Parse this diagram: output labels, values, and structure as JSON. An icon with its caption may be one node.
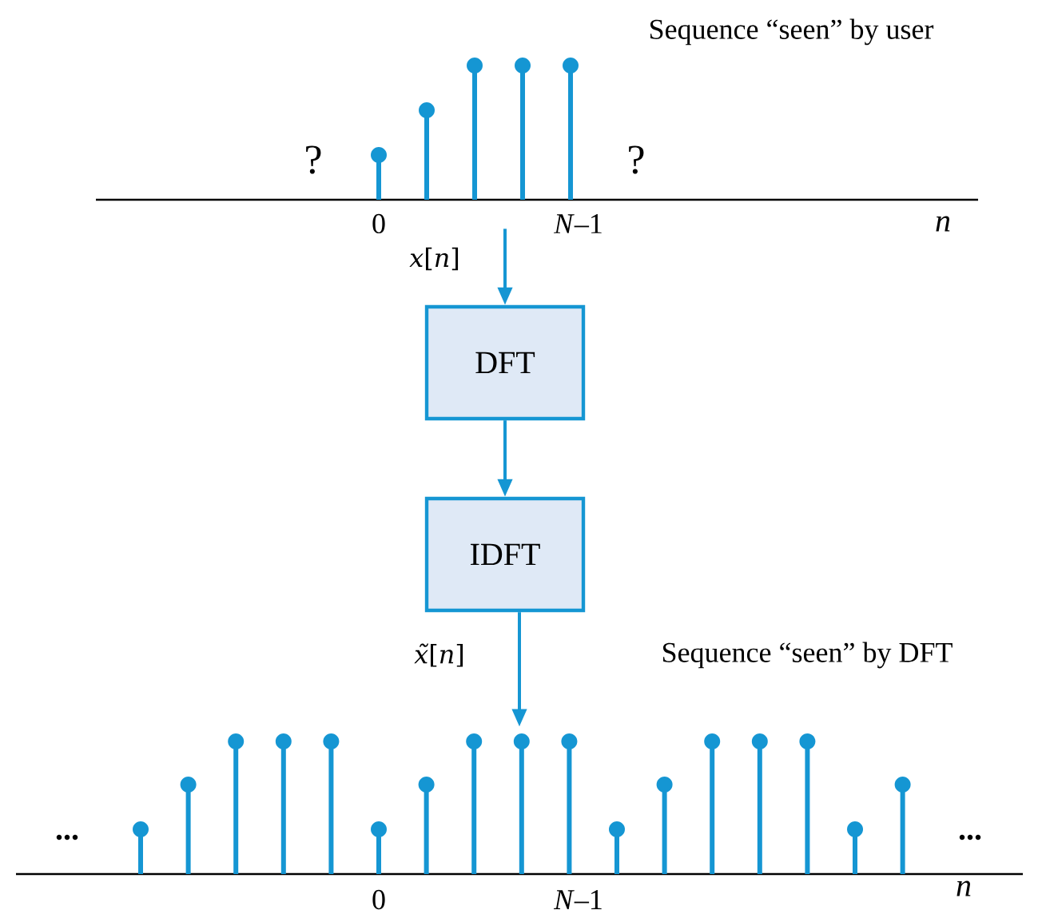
{
  "diagram": {
    "nodes": [
      {
        "text": [],
        "shape": "picture"
      },
      {
        "text": [
          "DFT"
        ]
      },
      {
        "text": [
          "IDFT"
        ]
      },
      {
        "text": [],
        "shape": "picture"
      }
    ],
    "edges": [
      {
        "from": 0,
        "to": 1,
        "arrow": "to",
        "label": "*x*[*n*]"
      },
      {
        "from": 1,
        "to": 2,
        "arrow": "to"
      },
      {
        "from": 2,
        "to": 3,
        "arrow": "to",
        "label": "*x̃*[*n*]"
      }
    ],
    "labels": [
      "Sequence “seen” by user",
      "?",
      "?",
      "0",
      "*N*–1",
      "n",
      "Sequence “seen” by DFT",
      "...",
      "...",
      "0",
      "*N*–1",
      "n"
    ]
  }
}
